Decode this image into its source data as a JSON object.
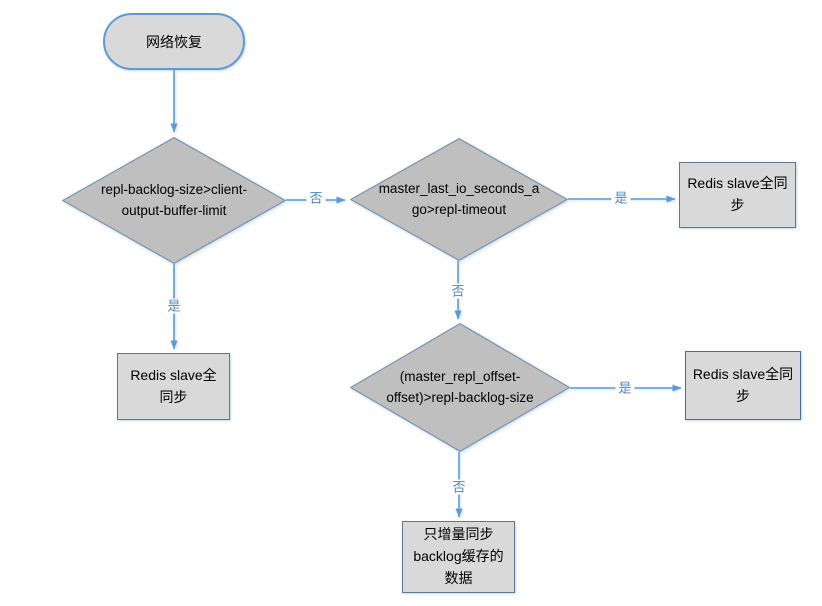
{
  "diagram": {
    "type": "flowchart",
    "background": "#ffffff",
    "colors": {
      "connector": "#5b9bd5",
      "edge_label_text": "#4f86c0",
      "terminator_fill": "#d9d9d9",
      "terminator_border": "#5b9bd5",
      "decision_fill": "#bfbfbf",
      "decision_border": "#7b93af",
      "process_fill": "#d9d9d9",
      "process_border": "#5d7691",
      "process_border_alt": "#40719c",
      "node_text": "#000000"
    },
    "nodes": {
      "start": {
        "type": "terminator",
        "label": "网络恢复"
      },
      "decision1": {
        "type": "decision",
        "label": "repl-backlog-size>client-output-buffer-limit"
      },
      "decision2": {
        "type": "decision",
        "label": "master_last_io_seconds_ago>repl-timeout"
      },
      "decision3": {
        "type": "decision",
        "label": "(master_repl_offset-offset)>repl-backlog-size"
      },
      "fullsync1": {
        "type": "process",
        "label": "Redis slave全同步"
      },
      "fullsync2": {
        "type": "process",
        "label": "Redis slave全同步"
      },
      "fullsync3": {
        "type": "process",
        "label": "Redis slave全同步"
      },
      "incremental": {
        "type": "process",
        "label": "只增量同步backlog缓存的数据"
      }
    },
    "edges": [
      {
        "from": "start",
        "to": "decision1",
        "label": ""
      },
      {
        "from": "decision1",
        "to": "decision2",
        "label": "否"
      },
      {
        "from": "decision1",
        "to": "fullsync2",
        "label": "是"
      },
      {
        "from": "decision2",
        "to": "fullsync1",
        "label": "是"
      },
      {
        "from": "decision2",
        "to": "decision3",
        "label": "否"
      },
      {
        "from": "decision3",
        "to": "fullsync3",
        "label": "是"
      },
      {
        "from": "decision3",
        "to": "incremental",
        "label": "否"
      }
    ]
  }
}
